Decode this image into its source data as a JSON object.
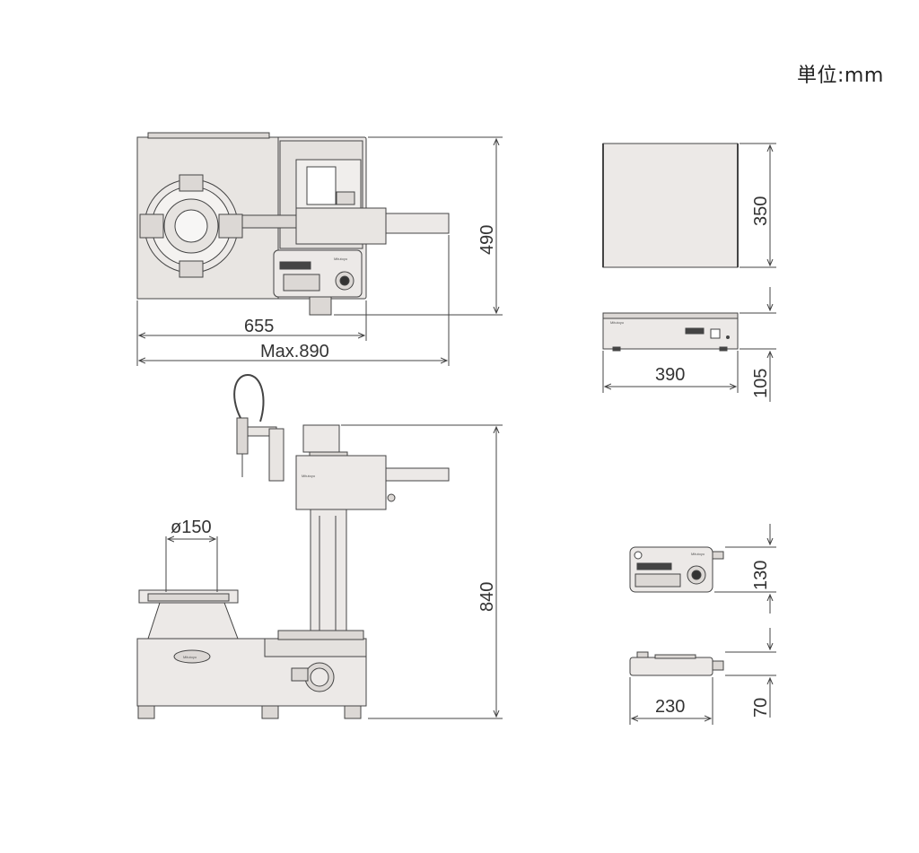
{
  "unit_label": "単位:mm",
  "dimensions": {
    "main_top_width": "655",
    "main_top_max_width": "Max.890",
    "main_top_depth": "490",
    "main_side_height": "840",
    "table_diameter": "ø150",
    "controller_top_depth": "350",
    "controller_front_width": "390",
    "controller_front_height": "105",
    "remote_front_height": "130",
    "remote_side_width": "230",
    "remote_side_height": "70"
  },
  "brand_text": "Mitutoyo",
  "colors": {
    "body": "#ece9e7",
    "shade": "#dcd8d5",
    "line": "#444444",
    "dark": "#222222"
  }
}
